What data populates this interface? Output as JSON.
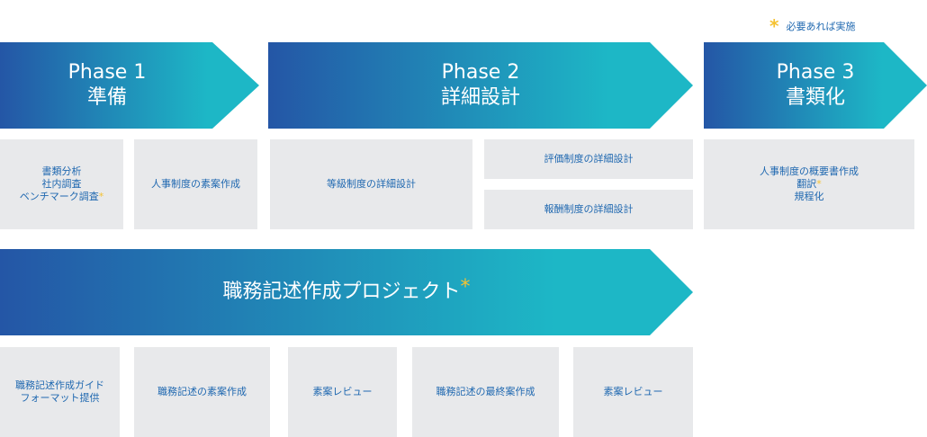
{
  "legend": {
    "star": "*",
    "label": "必要あれば実施"
  },
  "phases": [
    {
      "title": "Phase 1",
      "subtitle": "準備"
    },
    {
      "title": "Phase 2",
      "subtitle": "詳細設計"
    },
    {
      "title": "Phase 3",
      "subtitle": "書類化"
    }
  ],
  "phase1_tasks": [
    {
      "lines": [
        "書類分析",
        "社内調査",
        "ベンチマーク調査"
      ],
      "star": "*"
    },
    {
      "label": "人事制度の素案作成"
    }
  ],
  "phase2_tasks": [
    "等級制度の詳細設計",
    "評価制度の詳細設計",
    "報酬制度の詳細設計"
  ],
  "phase3_task": {
    "lines": [
      "人事制度の概要書作成",
      "翻訳",
      "規程化"
    ],
    "star": "*"
  },
  "project": {
    "title": "職務記述作成プロジェクト",
    "star": "*"
  },
  "project_tasks": [
    {
      "lines": [
        "職務記述作成ガイド",
        "フォーマット提供"
      ]
    },
    {
      "label": "職務記述の素案作成"
    },
    {
      "label": "素案レビュー"
    },
    {
      "label": "職務記述の最終案作成"
    },
    {
      "label": "素案レビュー"
    }
  ],
  "colors": {
    "gradient_start": "#2456a6",
    "gradient_end": "#1db7c6",
    "box": "#e8e9eb",
    "text": "#1f68b0",
    "star": "#f5c231"
  }
}
